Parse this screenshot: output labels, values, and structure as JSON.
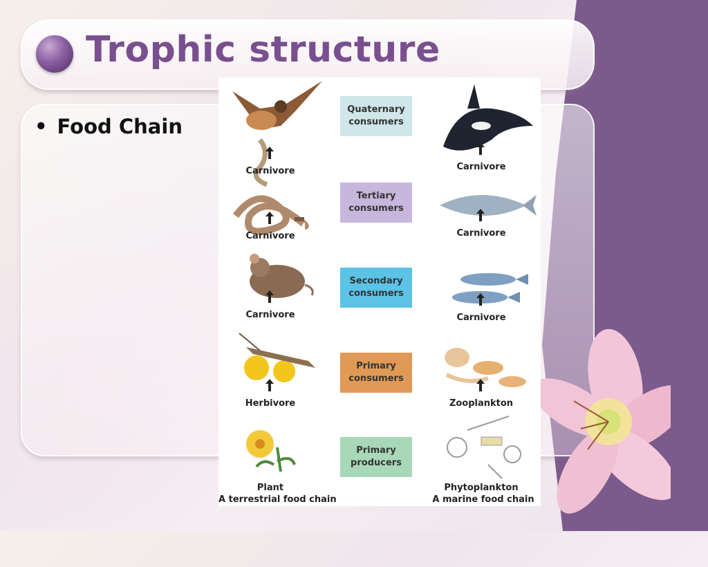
{
  "slide": {
    "title": "Trophic structure",
    "bullet": "Food Chain"
  },
  "colors": {
    "title": "#7a4f8f",
    "purple_panel": "#7b5a8c",
    "box_quaternary": "#cfe6ea",
    "box_tertiary": "#c7b7dd",
    "box_secondary": "#5cc3e6",
    "box_primary_consumers": "#e19a55",
    "box_primary_producers": "#a8d8b8"
  },
  "figure": {
    "levels": [
      {
        "box": "Quaternary\nconsumers",
        "left_label": "Carnivore",
        "right_label": "Carnivore",
        "left_icon": "hawk-icon",
        "right_icon": "orca-icon"
      },
      {
        "box": "Tertiary\nconsumers",
        "left_label": "Carnivore",
        "right_label": "Carnivore",
        "left_icon": "snake-icon",
        "right_icon": "tuna-icon"
      },
      {
        "box": "Secondary\nconsumers",
        "left_label": "Carnivore",
        "right_label": "Carnivore",
        "left_icon": "mouse-icon",
        "right_icon": "small-fish-icon"
      },
      {
        "box": "Primary\nconsumers",
        "left_label": "Herbivore",
        "right_label": "Zooplankton",
        "left_icon": "grasshopper-icon",
        "right_icon": "zooplankton-icon"
      },
      {
        "box": "Primary\nproducers",
        "left_label": "Plant",
        "right_label": "Phytoplankton",
        "left_icon": "plant-icon",
        "right_icon": "phytoplankton-icon"
      }
    ],
    "left_caption": "A terrestrial food chain",
    "right_caption": "A marine food chain"
  }
}
